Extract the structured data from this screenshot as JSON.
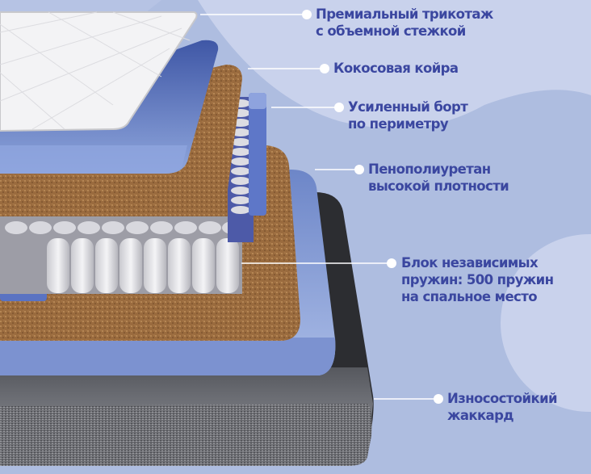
{
  "colors": {
    "background": "#aebde0",
    "background_blob": "#c9d2ec",
    "label_text": "#3b47a0",
    "leader_line": "#ffffff"
  },
  "callouts": [
    {
      "id": "knit",
      "lines": [
        "Премиальный трикотаж",
        "с объемной стежкой"
      ]
    },
    {
      "id": "coir",
      "lines": [
        "Кокосовая койра"
      ]
    },
    {
      "id": "border",
      "lines": [
        "Усиленный борт",
        "по периметру"
      ]
    },
    {
      "id": "foam",
      "lines": [
        "Пенополиуретан",
        "высокой плотности"
      ]
    },
    {
      "id": "springs",
      "lines": [
        "Блок независимых",
        "пружин: 500 пружин",
        "на спальное место"
      ]
    },
    {
      "id": "jacquard",
      "lines": [
        "Износостойкий",
        "жаккард"
      ]
    }
  ],
  "layers": [
    "quilted-knit-top",
    "foam-blue-top",
    "coconut-coir-top",
    "independent-spring-block",
    "perimeter-border",
    "coconut-coir-bottom",
    "foam-blue-bottom",
    "jacquard-cover"
  ]
}
